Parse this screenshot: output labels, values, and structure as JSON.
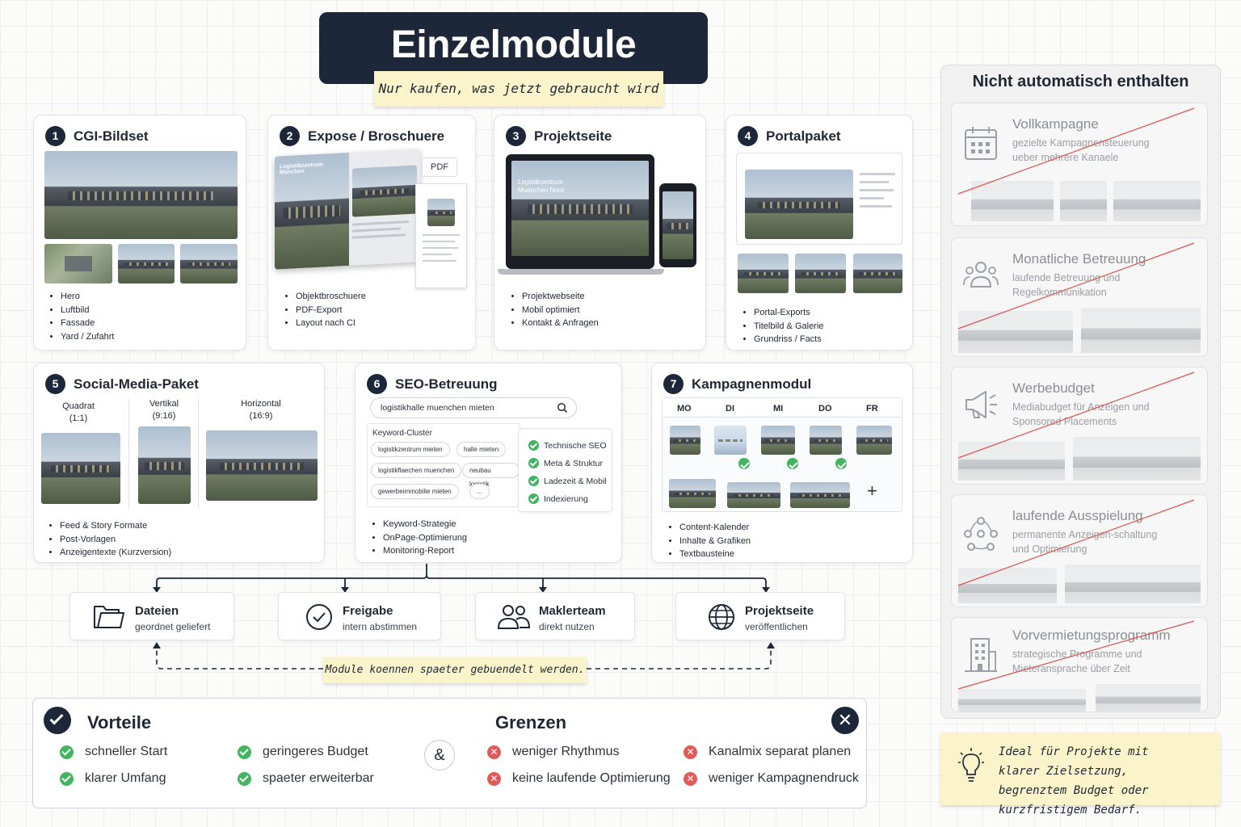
{
  "title": "Einzelmodule",
  "subtitle": "Nur kaufen, was jetzt gebraucht wird",
  "modules": [
    {
      "num": "1",
      "title": "CGI-Bildset",
      "bullets": [
        "Hero",
        "Luftbild",
        "Fassade",
        "Yard / Zufahrt"
      ]
    },
    {
      "num": "2",
      "title": "Expose / Broschuere",
      "badge": "PDF",
      "brochure_title": "Logistikzentrum München",
      "bullets": [
        "Objektbroschuere",
        "PDF-Export",
        "Layout nach CI"
      ]
    },
    {
      "num": "3",
      "title": "Projektseite",
      "site_title": "Logistikzentrum Muenchen Nord",
      "bullets": [
        "Projektwebseite",
        "Mobil optimiert",
        "Kontakt & Anfragen"
      ]
    },
    {
      "num": "4",
      "title": "Portalpaket",
      "bullets": [
        "Portal-Exports",
        "Titelbild & Galerie",
        "Grundriss / Facts"
      ]
    },
    {
      "num": "5",
      "title": "Social-Media-Paket",
      "formats": [
        {
          "label": "Quadrat",
          "ratio": "(1:1)"
        },
        {
          "label": "Vertikal",
          "ratio": "(9:16)"
        },
        {
          "label": "Horizontal",
          "ratio": "(16:9)"
        }
      ],
      "bullets": [
        "Feed & Story Formate",
        "Post-Vorlagen",
        "Anzeigentexte (Kurzversion)"
      ]
    },
    {
      "num": "6",
      "title": "SEO-Betreuung",
      "search": "logistikhalle muenchen mieten",
      "cluster_label": "Keyword-Cluster",
      "chips": [
        "logistikzentrum mieten",
        "halle mieten",
        "logistikflaechen muenchen",
        "neubau logistik",
        "gewerbeimmobilie mieten",
        "..."
      ],
      "checks": [
        "Technische SEO",
        "Meta & Struktur",
        "Ladezeit & Mobil",
        "Indexierung"
      ],
      "bullets": [
        "Keyword-Strategie",
        "OnPage-Optimierung",
        "Monitoring-Report"
      ]
    },
    {
      "num": "7",
      "title": "Kampagnenmodul",
      "days": [
        "MO",
        "DI",
        "MI",
        "DO",
        "FR"
      ],
      "plus": "+",
      "bullets": [
        "Content-Kalender",
        "Inhalte & Grafiken",
        "Textbausteine"
      ]
    }
  ],
  "steps": [
    {
      "title": "Dateien",
      "sub": "geordnet geliefert"
    },
    {
      "title": "Freigabe",
      "sub": "intern abstimmen"
    },
    {
      "title": "Maklerteam",
      "sub": "direkt nutzen"
    },
    {
      "title": "Projektseite",
      "sub": "veröffentlichen"
    }
  ],
  "bundle_note": "Module koennen spaeter gebuendelt werden.",
  "excluded": {
    "title": "Nicht automatisch enthalten",
    "items": [
      {
        "title": "Vollkampagne",
        "desc": "gezielte Kampagnensteuerung ueber mehrere Kanaele"
      },
      {
        "title": "Monatliche Betreuung",
        "desc": "laufende Betreuung und Regelkommunikation"
      },
      {
        "title": "Werbebudget",
        "desc": "Mediabudget für Anzeigen und Sponsored Placements"
      },
      {
        "title": "laufende Ausspielung",
        "desc": "permanente Anzeigen-schaltung und Optimierung"
      },
      {
        "title": "Vorvermietungsprogramm",
        "desc": "strategische Programme und Mieteransprache über Zeit"
      }
    ]
  },
  "ideal_note": "Ideal für Projekte mit klarer Zielsetzung, begrenztem Budget oder kurzfristigem Bedarf.",
  "pros": {
    "title": "Vorteile",
    "items": [
      "schneller Start",
      "geringeres Budget",
      "klarer Umfang",
      "spaeter erweiterbar"
    ]
  },
  "amp": "&",
  "cons": {
    "title": "Grenzen",
    "items": [
      "weniger Rhythmus",
      "Kanalmix separat planen",
      "keine laufende Optimierung",
      "weniger Kampagnendruck"
    ]
  },
  "colors": {
    "navy": "#1c2839",
    "ok": "#43b45f",
    "no": "#e05a58",
    "strike": "#d9534f",
    "note": "#fbf3c9"
  }
}
